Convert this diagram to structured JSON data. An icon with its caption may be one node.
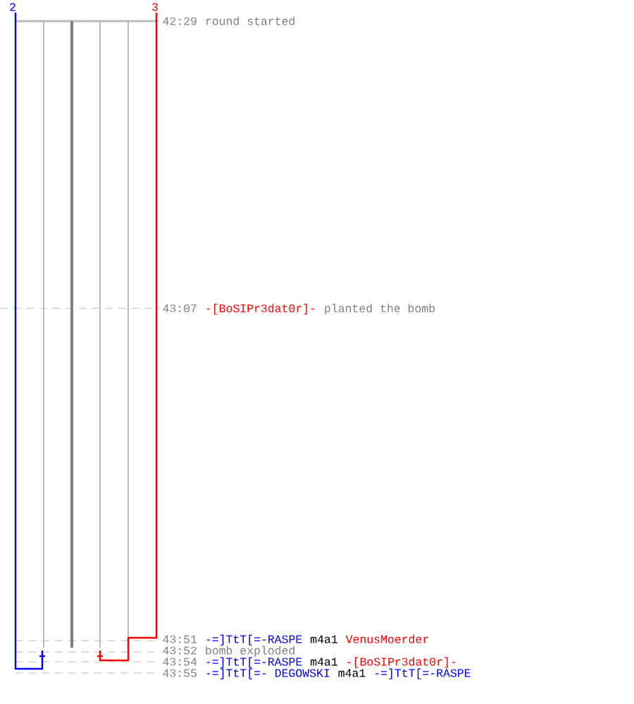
{
  "diagram": {
    "labels": [
      "2",
      "3",
      "42:29",
      "round started",
      "43:07",
      "-[BoSIPr3dat0r]-",
      "planted the bomb",
      "43:51",
      "-=]TtT[=-RASPE",
      "m4a1",
      "VenusMoerder",
      "43:52",
      "bomb exploded",
      "43:54",
      "-=]TtT[=-RASPE",
      "m4a1",
      "-[BoSIPr3dat0r]-",
      "43:55",
      "-=]TtT[=- DEGOWSKI",
      "m4a1",
      "-=]TtT[=-RASPE"
    ]
  }
}
